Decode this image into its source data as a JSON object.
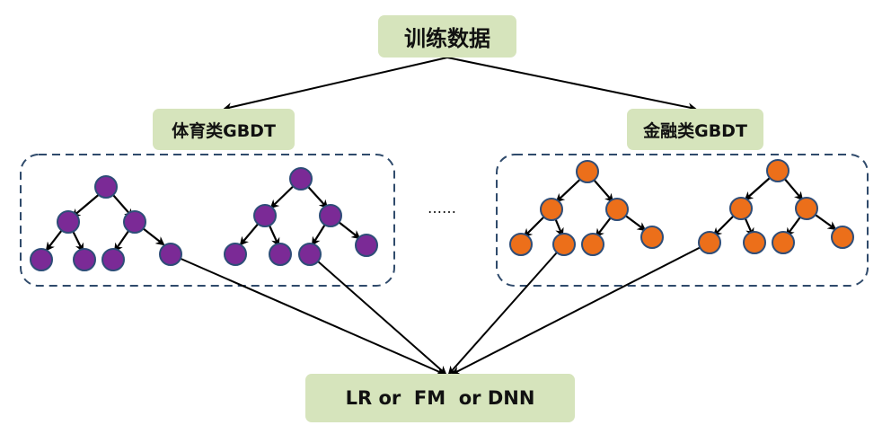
{
  "diagram": {
    "root_label": "训练数据",
    "left_group_label": "体育类GBDT",
    "right_group_label": "金融类GBDT",
    "ellipsis": "……",
    "output_label": "LR or  FM  or DNN"
  },
  "colors": {
    "box_fill": "#d6e4bc",
    "group_border": "#2f4a6b",
    "left_node_fill": "#7b2a96",
    "right_node_fill": "#ec6f1a",
    "node_stroke": "#2e4d78",
    "arrow": "#000000"
  }
}
